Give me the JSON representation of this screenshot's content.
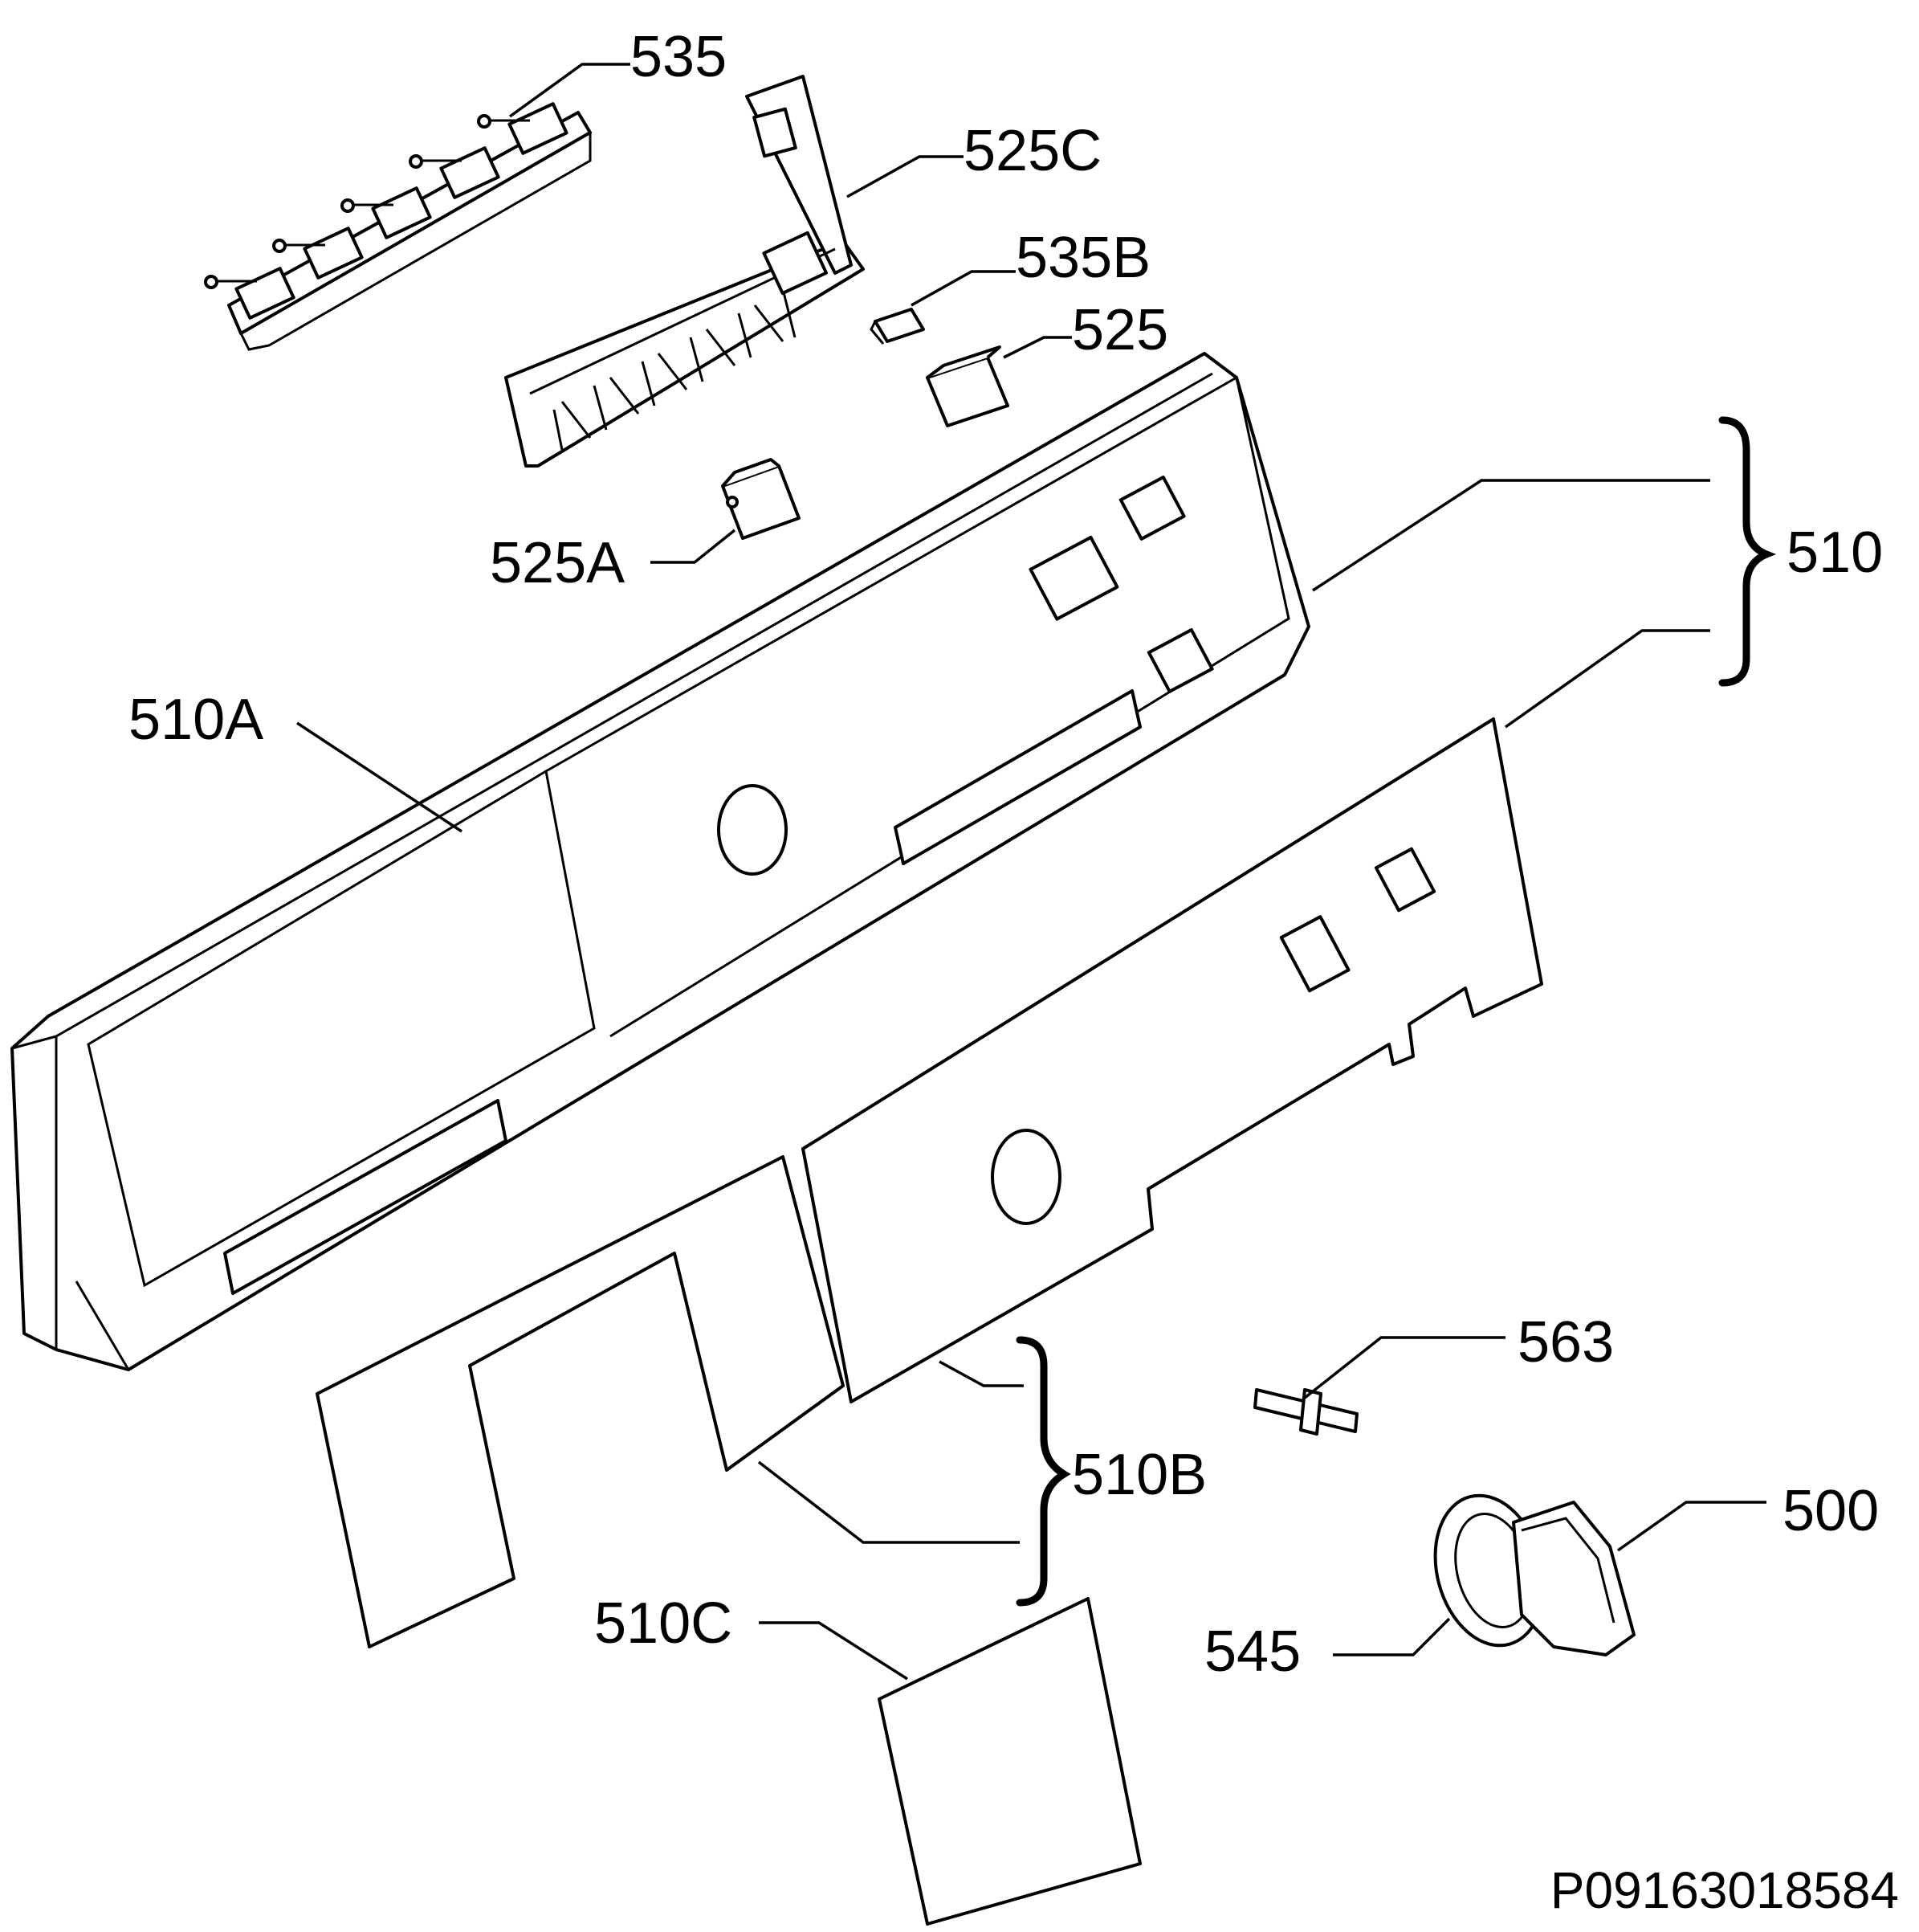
{
  "diagram": {
    "labels": {
      "p535": "535",
      "p525C": "525C",
      "p535B": "535B",
      "p525": "525",
      "p525A": "525A",
      "p510": "510",
      "p510A": "510A",
      "p563": "563",
      "p510B": "510B",
      "p500": "500",
      "p510C": "510C",
      "p545": "545"
    },
    "drawing_id": "P09163018584"
  }
}
